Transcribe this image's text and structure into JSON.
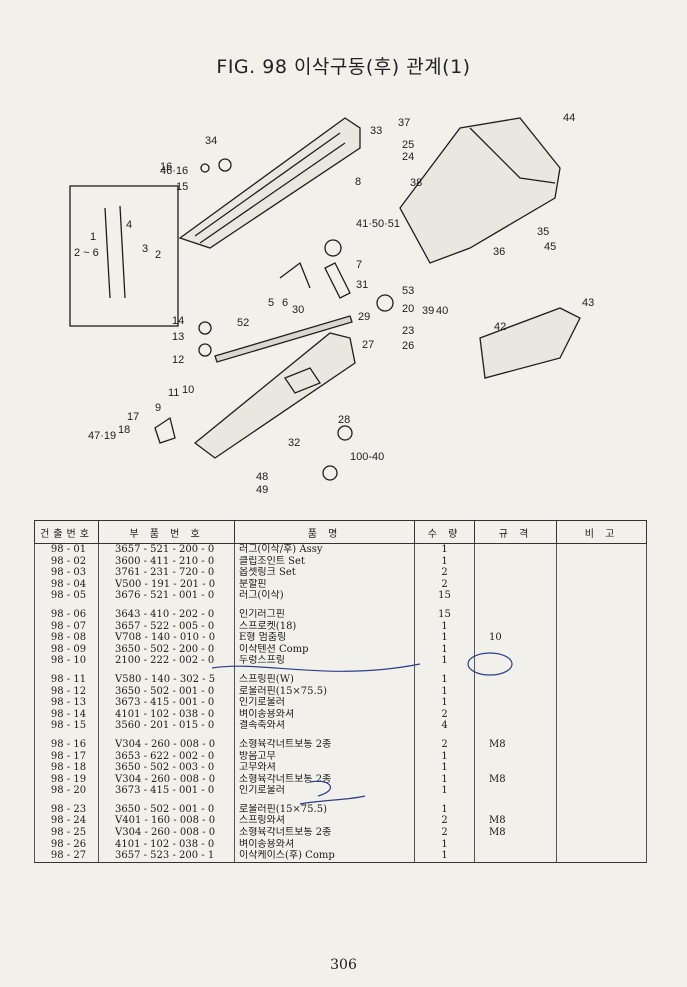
{
  "title": "FIG. 98 이삭구동(후) 관계(1)",
  "diagram": {
    "callouts": [
      "1",
      "2 ~ 6",
      "2",
      "3",
      "4",
      "5",
      "6",
      "7",
      "8",
      "9",
      "10",
      "11",
      "12",
      "13",
      "14",
      "15",
      "16",
      "17",
      "18",
      "20",
      "23",
      "24",
      "25",
      "26",
      "27",
      "28",
      "29",
      "30",
      "31",
      "32",
      "33",
      "34",
      "35",
      "36",
      "37",
      "38",
      "39",
      "40",
      "41·50·51",
      "42",
      "43",
      "44",
      "45",
      "46·16",
      "47·19",
      "48",
      "49",
      "52",
      "53",
      "100-40"
    ]
  },
  "table": {
    "headers": [
      "건출번호",
      "부 품 번 호",
      "품          명",
      "수 량",
      "규 격",
      "비 고"
    ],
    "groups": [
      [
        {
          "no": "98 - 01",
          "part": "3657 - 521 - 200 - 0",
          "name": "러그(이삭/후) Assy",
          "qty": "1",
          "spec": "",
          "note": ""
        },
        {
          "no": "98 - 02",
          "part": "3600 - 411 - 210 - 0",
          "name": "클립조인트 Set",
          "qty": "1",
          "spec": "",
          "note": ""
        },
        {
          "no": "98 - 03",
          "part": "3761 - 231 - 720 - 0",
          "name": "옵셋링크 Set",
          "qty": "2",
          "spec": "",
          "note": ""
        },
        {
          "no": "98 - 04",
          "part": "V500 - 191 - 201 - 0",
          "name": "분할핀",
          "qty": "2",
          "spec": "",
          "note": ""
        },
        {
          "no": "98 - 05",
          "part": "3676 - 521 - 001 - 0",
          "name": "러그(이삭)",
          "qty": "15",
          "spec": "",
          "note": ""
        }
      ],
      [
        {
          "no": "98 - 06",
          "part": "3643 - 410 - 202 - 0",
          "name": "인기러그핀",
          "qty": "15",
          "spec": "",
          "note": ""
        },
        {
          "no": "98 - 07",
          "part": "3657 - 522 - 005 - 0",
          "name": "스프로켓(18)",
          "qty": "1",
          "spec": "",
          "note": ""
        },
        {
          "no": "98 - 08",
          "part": "V708 - 140 - 010 - 0",
          "name": "E형 멈춤링",
          "qty": "1",
          "spec": "10",
          "note": ""
        },
        {
          "no": "98 - 09",
          "part": "3650 - 502 - 200 - 0",
          "name": "이삭텐션 Comp",
          "qty": "1",
          "spec": "",
          "note": ""
        },
        {
          "no": "98 - 10",
          "part": "2100 - 222 - 002 - 0",
          "name": "두렁스프링",
          "qty": "1",
          "spec": "",
          "note": ""
        }
      ],
      [
        {
          "no": "98 - 11",
          "part": "V580 - 140 - 302 - 5",
          "name": "스프링핀(W)",
          "qty": "1",
          "spec": "",
          "note": ""
        },
        {
          "no": "98 - 12",
          "part": "3650 - 502 - 001 - 0",
          "name": "로울러핀(15×75.5)",
          "qty": "1",
          "spec": "",
          "note": ""
        },
        {
          "no": "98 - 13",
          "part": "3673 - 415 - 001 - 0",
          "name": "인기로울러",
          "qty": "1",
          "spec": "",
          "note": ""
        },
        {
          "no": "98 - 14",
          "part": "4101 - 102 - 038 - 0",
          "name": "벼이송용와셔",
          "qty": "2",
          "spec": "",
          "note": ""
        },
        {
          "no": "98 - 15",
          "part": "3560 - 201 - 015 - 0",
          "name": "결속축와셔",
          "qty": "4",
          "spec": "",
          "note": ""
        }
      ],
      [
        {
          "no": "98 - 16",
          "part": "V304 - 260 - 008 - 0",
          "name": "소형육각너트보통 2종",
          "qty": "2",
          "spec": "M8",
          "note": ""
        },
        {
          "no": "98 - 17",
          "part": "3653 - 622 - 002 - 0",
          "name": "방음고무",
          "qty": "1",
          "spec": "",
          "note": ""
        },
        {
          "no": "98 - 18",
          "part": "3650 - 502 - 003 - 0",
          "name": "고무와셔",
          "qty": "1",
          "spec": "",
          "note": ""
        },
        {
          "no": "98 - 19",
          "part": "V304 - 260 - 008 - 0",
          "name": "소형육각너트보통 2종",
          "qty": "1",
          "spec": "M8",
          "note": ""
        },
        {
          "no": "98 - 20",
          "part": "3673 - 415 - 001 - 0",
          "name": "인기로울러",
          "qty": "1",
          "spec": "",
          "note": ""
        }
      ],
      [
        {
          "no": "98 - 23",
          "part": "3650 - 502 - 001 - 0",
          "name": "로울러핀(15×75.5)",
          "qty": "1",
          "spec": "",
          "note": ""
        },
        {
          "no": "98 - 24",
          "part": "V401 - 160 - 008 - 0",
          "name": "스프링와셔",
          "qty": "2",
          "spec": "M8",
          "note": ""
        },
        {
          "no": "98 - 25",
          "part": "V304 - 260 - 008 - 0",
          "name": "소형육각너트보통 2종",
          "qty": "2",
          "spec": "M8",
          "note": ""
        },
        {
          "no": "98 - 26",
          "part": "4101 - 102 - 038 - 0",
          "name": "벼이송용와셔",
          "qty": "1",
          "spec": "",
          "note": ""
        },
        {
          "no": "98 - 27",
          "part": "3657 - 523 - 200 - 1",
          "name": "이삭케이스(후) Comp",
          "qty": "1",
          "spec": "",
          "note": ""
        }
      ]
    ]
  },
  "page_number": "306"
}
